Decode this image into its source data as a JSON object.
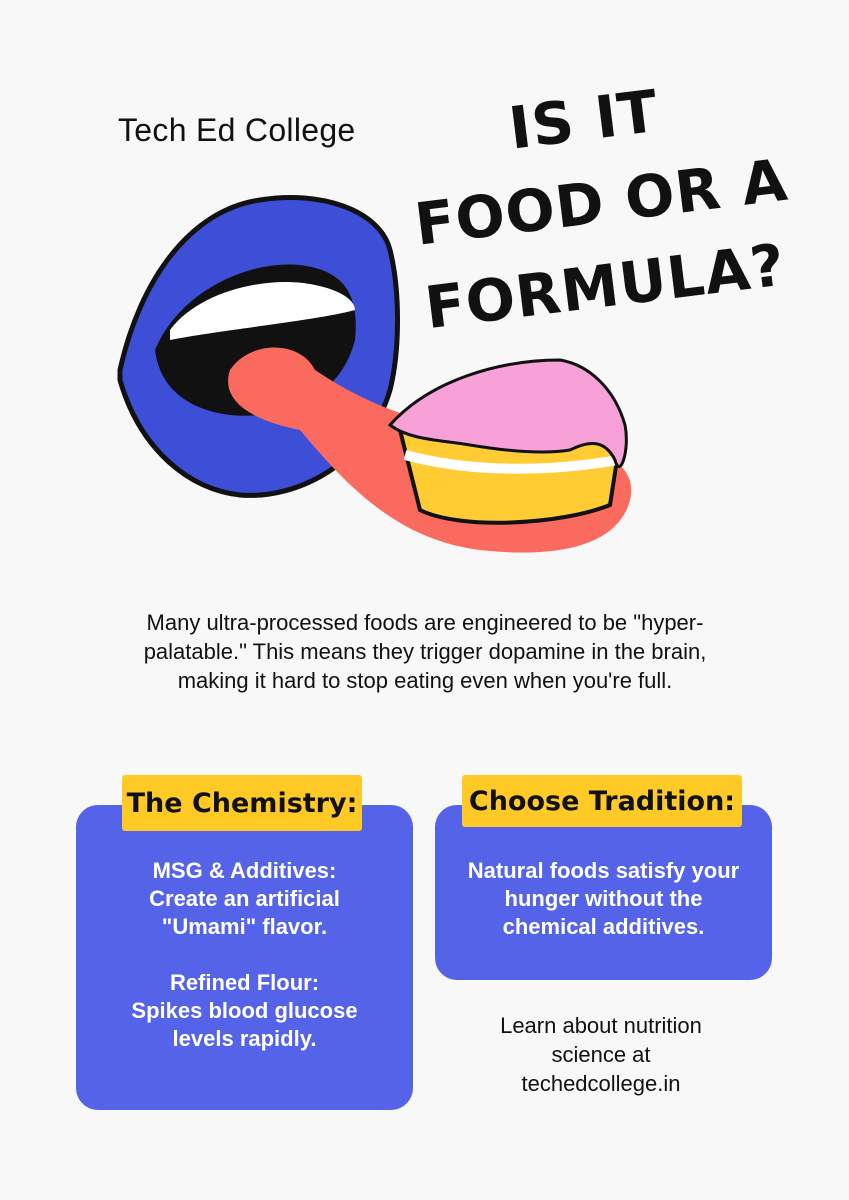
{
  "brand": "Tech Ed College",
  "headline": {
    "line1": "IS IT",
    "line2": "FOOD OR A",
    "line3": "FORMULA?"
  },
  "intro": "Many ultra-processed foods are engineered to be \"hyper-palatable.\" This means they trigger dopamine in the brain, making it hard to stop eating even when you're full.",
  "chemistry": {
    "label": "The Chemistry:",
    "item1_title": "MSG & Additives:",
    "item1_text": "Create an artificial \"Umami\" flavor.",
    "item2_title": "Refined Flour:",
    "item2_text": "Spikes blood glucose levels rapidly."
  },
  "tradition": {
    "label": "Choose Tradition:",
    "text": "Natural foods satisfy your hunger without the chemical additives."
  },
  "cta": {
    "line1": "Learn about nutrition science at",
    "link": "techedcollege.in"
  },
  "colors": {
    "box": "#5563e8",
    "label": "#ffc926",
    "tongue": "#fa6a5e",
    "icing": "#f7a1d8"
  }
}
